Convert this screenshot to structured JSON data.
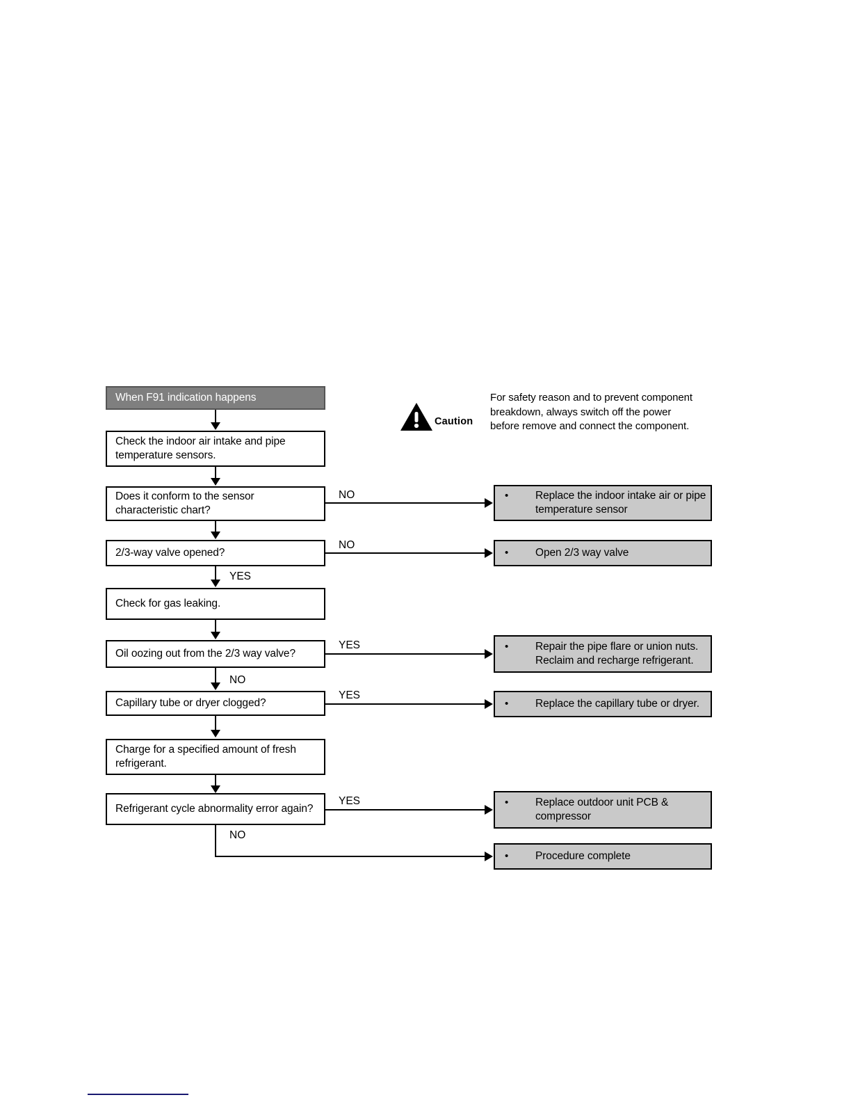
{
  "caution": {
    "icon": "warning-triangle-icon",
    "label": "Caution",
    "text": "For safety reason and to prevent component\nbreakdown, always switch off the power\nbefore remove and connect the component."
  },
  "flowchart": {
    "title": "When F91 indication happens",
    "steps": [
      {
        "id": "check-sensors",
        "type": "process",
        "text": "Check the indoor air intake and pipe\ntemperature sensors."
      },
      {
        "id": "conform-chart",
        "type": "decision",
        "text": "Does it conform to the sensor\ncharacteristic chart?"
      },
      {
        "id": "valve-opened",
        "type": "decision",
        "text": "2/3-way valve opened?"
      },
      {
        "id": "check-gas-leak",
        "type": "process",
        "text": "Check for gas leaking."
      },
      {
        "id": "oil-oozing",
        "type": "decision",
        "text": "Oil oozing out from the 2/3 way valve?"
      },
      {
        "id": "capillary-clogged",
        "type": "decision",
        "text": "Capillary tube or dryer clogged?"
      },
      {
        "id": "charge-refrigerant",
        "type": "process",
        "text": "Charge for a specified amount of fresh\nrefrigerant."
      },
      {
        "id": "error-again",
        "type": "decision",
        "text": "Refrigerant cycle abnormality error again?"
      }
    ],
    "actions": [
      {
        "id": "replace-sensor",
        "bullet": "•",
        "text": "Replace the indoor intake air or pipe\ntemperature sensor"
      },
      {
        "id": "open-valve",
        "bullet": "•",
        "text": "Open 2/3 way valve"
      },
      {
        "id": "repair-flare",
        "bullet": "•",
        "text": "Repair the pipe flare or union nuts.\nReclaim and recharge refrigerant."
      },
      {
        "id": "replace-capillary",
        "bullet": "•",
        "text": "Replace the capillary tube or dryer."
      },
      {
        "id": "replace-pcb",
        "bullet": "•",
        "text": "Replace outdoor unit PCB &\ncompressor"
      },
      {
        "id": "procedure-complete",
        "bullet": "•",
        "text": "Procedure complete"
      }
    ],
    "branch_labels": {
      "no_sensor": "NO",
      "no_valve": "NO",
      "yes_valve": "YES",
      "yes_oil": "YES",
      "no_oil": "NO",
      "yes_capillary": "YES",
      "yes_error": "YES",
      "no_error": "NO"
    }
  },
  "colors": {
    "header_fill": "#7f7f7f",
    "action_fill": "#c9c9c9",
    "line": "#000000",
    "footer_rule": "#191970"
  }
}
